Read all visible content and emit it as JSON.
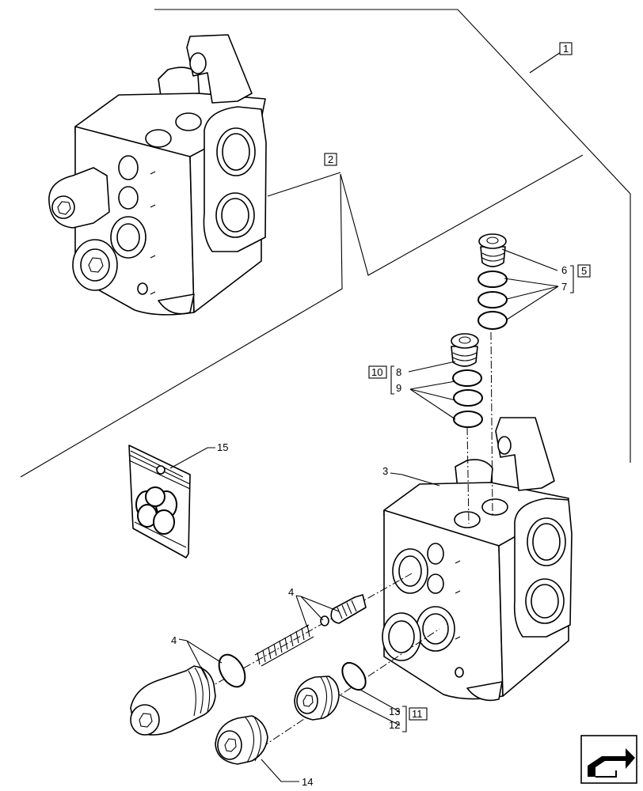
{
  "callouts": {
    "c1": "1",
    "c2": "2",
    "c3": "3",
    "c4a": "4",
    "c4b": "4",
    "c5": "5",
    "c6": "6",
    "c7": "7",
    "c8": "8",
    "c9": "9",
    "c10": "10",
    "c11": "11",
    "c12": "12",
    "c13": "13",
    "c14": "14",
    "c15": "15"
  },
  "icons": {
    "nav": "navigation-arrow-icon"
  }
}
